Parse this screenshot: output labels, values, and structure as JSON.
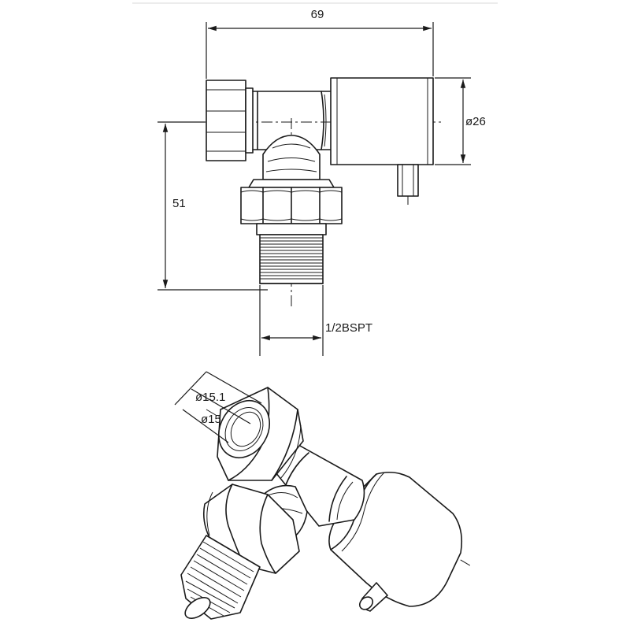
{
  "front_view": {
    "width_label": "69",
    "diameter_label": "ø26",
    "height_label": "51",
    "thread_label": "1/2BSPT"
  },
  "iso_view": {
    "outer_diameter_label": "ø15.1",
    "inner_diameter_label": "ø15"
  }
}
